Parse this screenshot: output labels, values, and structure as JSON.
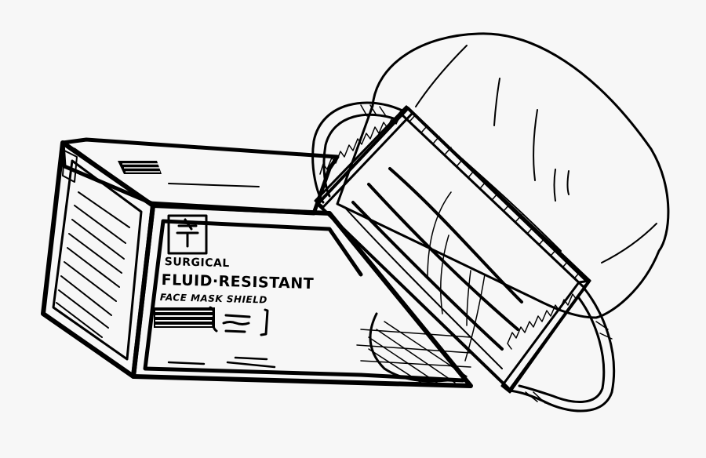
{
  "illustration": {
    "subject": "Surgical face mask resting on its box",
    "style": "black ink line drawing",
    "colors": {
      "background": "#f7f7f7",
      "ink": "#000000"
    }
  },
  "box": {
    "logo_icon": "caduceus-like-symbol-icon",
    "label_line1": "SURGICAL",
    "label_line2": "FLUID·RESISTANT",
    "label_line3": "FACE MASK SHIELD"
  },
  "mask": {
    "pleats": 3,
    "ear_loops": 2
  }
}
